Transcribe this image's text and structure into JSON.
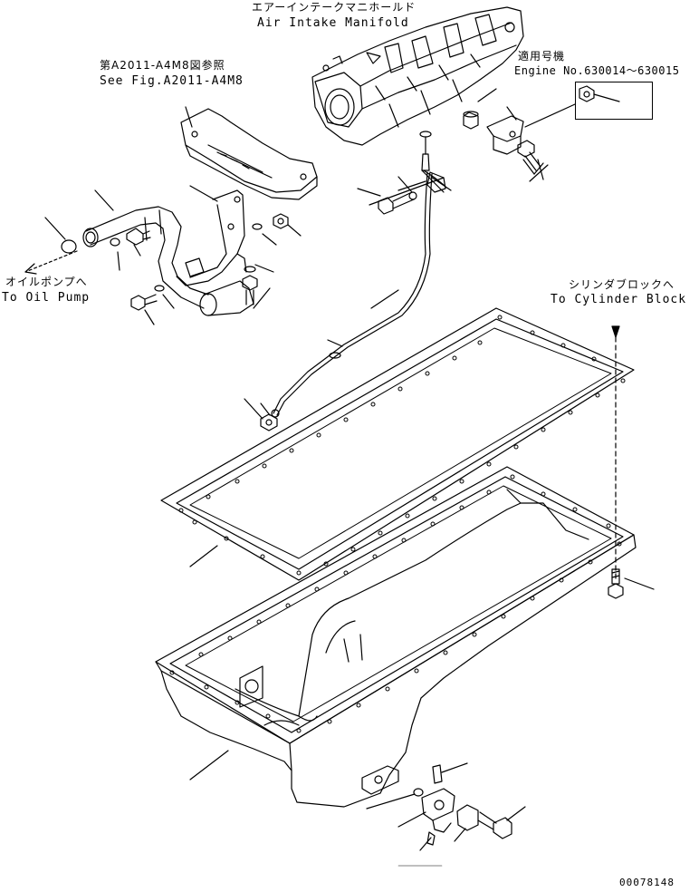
{
  "labels": {
    "air_intake_jp": "エアーインテークマニホールド",
    "air_intake_en": "Air Intake Manifold",
    "fig_ref_jp": "第A2011-A4M8図参照",
    "fig_ref_en": "See Fig.A2011-A4M8",
    "engine_jp": "適用号機",
    "engine_en": "Engine No.630014～630015",
    "oil_pump_jp": "オイルポンプへ",
    "oil_pump_en": "To Oil Pump",
    "cyl_block_jp": "シリンダブロックへ",
    "cyl_block_en": "To Cylinder Block",
    "drawing_no": "00078148"
  }
}
